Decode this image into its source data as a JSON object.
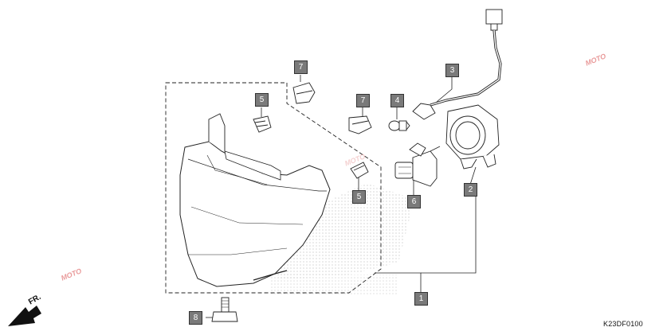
{
  "diagram_code": "K23DF0100",
  "direction_label": "FR.",
  "watermark_text": "MOTO",
  "colors": {
    "callout_fill": "#7a7a7a",
    "line": "#222222",
    "watermark": "#e27a7a"
  },
  "callouts": [
    {
      "id": "c1",
      "label": "1"
    },
    {
      "id": "c2",
      "label": "2"
    },
    {
      "id": "c3",
      "label": "3"
    },
    {
      "id": "c4",
      "label": "4"
    },
    {
      "id": "c5a",
      "label": "5"
    },
    {
      "id": "c5b",
      "label": "5"
    },
    {
      "id": "c6",
      "label": "6"
    },
    {
      "id": "c7a",
      "label": "7"
    },
    {
      "id": "c7b",
      "label": "7"
    },
    {
      "id": "c8",
      "label": "8"
    }
  ]
}
